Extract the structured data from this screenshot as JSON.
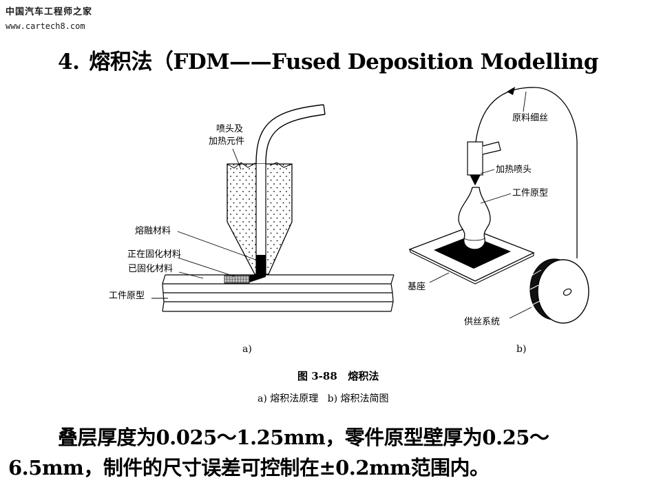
{
  "watermark": {
    "site_name": "中国汽车工程师之家",
    "url": "www.cartech8.com"
  },
  "title": {
    "number": "4.",
    "text": "熔积法（FDM——Fused Deposition  Modelling"
  },
  "figure": {
    "part_a": {
      "labels": {
        "nozzle_heater": [
          "喷头及",
          "加热元件"
        ],
        "molten_material": "熔融材料",
        "solidifying_material": "正在固化材料",
        "solidified_material": "已固化材料",
        "workpiece_prototype": "工件原型"
      },
      "sublabel": "a)"
    },
    "part_b": {
      "labels": {
        "raw_filament": "原料细丝",
        "heated_nozzle": "加热喷头",
        "workpiece_prototype": "工件原型",
        "base": "基座",
        "filament_supply": "供丝系统"
      },
      "sublabel": "b)"
    },
    "caption_title": "图 3-88   熔积法",
    "caption_sub": "a) 熔积法原理   b) 熔积法简图"
  },
  "body": {
    "line1": "叠层厚度为0.025～1.25mm，零件原型壁厚为0.25～",
    "line2": "6.5mm，制件的尺寸误差可控制在±0.2mm范围内。"
  }
}
